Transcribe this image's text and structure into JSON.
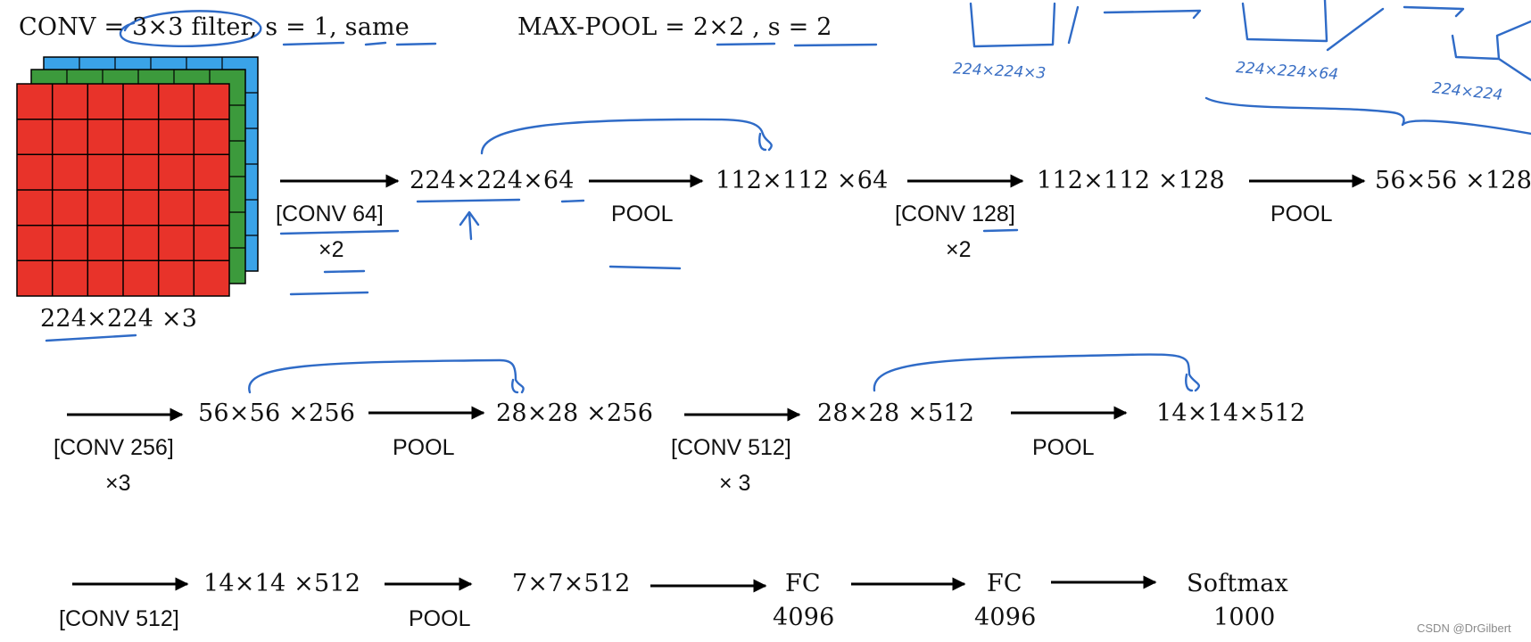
{
  "header": {
    "conv": "CONV = 3×3 filter, s = 1, same",
    "pool": "MAX-POOL = 2×2 , s = 2"
  },
  "input_image": {
    "label": "224×224 ×3",
    "channel_colors": [
      "#e8332a",
      "#3c9a3c",
      "#3aa3e8"
    ],
    "grid": "6×6"
  },
  "row1": {
    "conv_a": {
      "name": "[CONV 64]",
      "repeat": "×2"
    },
    "out_a": "224×224×64",
    "pool_a": "POOL",
    "out_b": "112×112 ×64",
    "conv_b": {
      "name": "[CONV 128]",
      "repeat": "×2"
    },
    "out_c": "112×112 ×128",
    "pool_b": "POOL",
    "out_d": "56×56 ×128"
  },
  "row2": {
    "conv_a": {
      "name": "[CONV 256]",
      "repeat": "×3"
    },
    "out_a": "56×56 ×256",
    "pool_a": "POOL",
    "out_b": "28×28 ×256",
    "conv_b": {
      "name": "[CONV 512]",
      "repeat": "× 3"
    },
    "out_c": "28×28 ×512",
    "pool_b": "POOL",
    "out_d": "14×14×512"
  },
  "row3": {
    "conv_a": {
      "name": "[CONV 512]"
    },
    "out_a": "14×14 ×512",
    "pool_a": "POOL",
    "out_b": "7×7×512",
    "fc1": {
      "name": "FC",
      "size": "4096"
    },
    "fc2": {
      "name": "FC",
      "size": "4096"
    },
    "softmax": {
      "name": "Softmax",
      "size": "1000"
    }
  },
  "handwritten": {
    "note_a": "224×224×3",
    "note_b": "224×224×64",
    "note_c": "224×224"
  },
  "watermark": "CSDN @DrGilbert",
  "colors": {
    "ink": "#2f6bc7"
  }
}
